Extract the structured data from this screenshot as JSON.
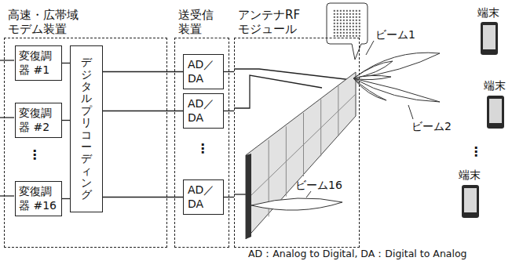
{
  "diagram": {
    "nodes": [
      {
        "text": [
          "高速・広帯域 モデム装置"
        ]
      },
      {
        "text": [
          "変復調器 #1"
        ],
        "in": 0
      },
      {
        "text": [
          "変復調器 #2"
        ],
        "in": 0
      },
      {
        "text": [
          "変復調器 #16"
        ],
        "in": 0
      },
      {
        "text": [
          "デジタル プリコーディング"
        ],
        "in": 0
      },
      {
        "text": [
          "送受信 装置"
        ]
      },
      {
        "text": [
          "AD／DA"
        ],
        "in": 5
      },
      {
        "text": [
          "AD／DA"
        ],
        "in": 5
      },
      {
        "text": [
          "AD／DA"
        ],
        "in": 5
      },
      {
        "text": [
          "アンテナRF モジュール"
        ]
      }
    ],
    "edges": [
      {
        "from": 1,
        "to": 4,
        "arrow": "none"
      },
      {
        "from": 2,
        "to": 4,
        "arrow": "none"
      },
      {
        "from": 3,
        "to": 4,
        "arrow": "none"
      },
      {
        "from": 4,
        "to": 6,
        "arrow": "none"
      },
      {
        "from": 4,
        "to": 7,
        "arrow": "none"
      },
      {
        "from": 4,
        "to": 8,
        "arrow": "none"
      },
      {
        "from": 6,
        "to": 9,
        "arrow": "none"
      },
      {
        "from": 7,
        "to": 9,
        "arrow": "none"
      },
      {
        "from": 8,
        "to": 9,
        "arrow": "none"
      }
    ],
    "labels": [
      "⋮",
      "⋮",
      "⋮",
      "ビーム1",
      "ビーム2",
      "ビーム16",
      "端末",
      "端末",
      "端末",
      "AD：Analog to Digital, DA：Digital to Analog"
    ]
  }
}
